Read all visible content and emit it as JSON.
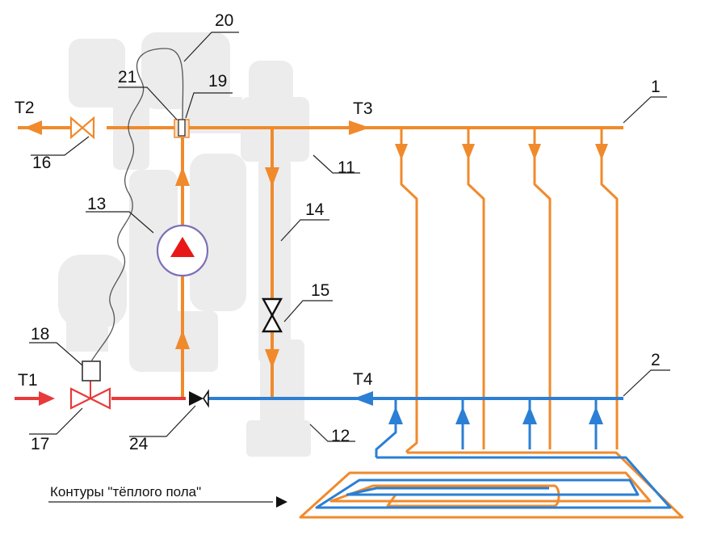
{
  "labels": {
    "t1": "T1",
    "t2": "T2",
    "t3": "T3",
    "t4": "T4",
    "n1": "1",
    "n2": "2",
    "n11": "11",
    "n12": "12",
    "n13": "13",
    "n14": "14",
    "n15": "15",
    "n16": "16",
    "n17": "17",
    "n18": "18",
    "n19": "19",
    "n20": "20",
    "n21": "21",
    "n24": "24"
  },
  "caption": "Контуры \"тёплого пола\"",
  "colors": {
    "supply": "#f08a2c",
    "return": "#2b7fd4",
    "inlet": "#e83a3a",
    "pump_arrow": "#e81818",
    "background_unit": "#ececec"
  }
}
